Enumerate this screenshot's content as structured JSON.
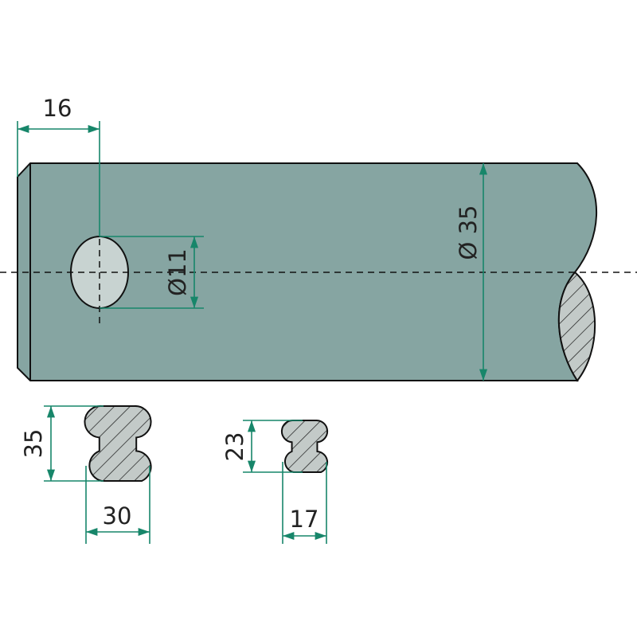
{
  "drawing": {
    "dimensions": {
      "hole_offset": "16",
      "hole_diameter": "Ø11",
      "shaft_diameter": "Ø 35",
      "profile_large_height": "35",
      "profile_large_width": "30",
      "profile_small_height": "23",
      "profile_small_width": "17"
    },
    "colors": {
      "shaft": "#86a5a2",
      "hole": "#c8d3d1",
      "section": "#c3cac8",
      "dimension": "#17866a"
    }
  }
}
